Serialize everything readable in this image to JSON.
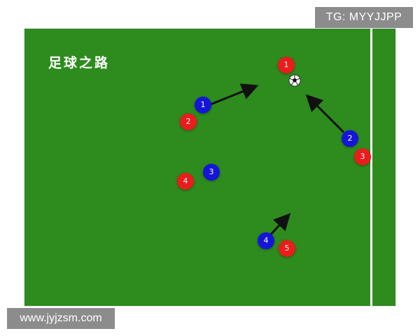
{
  "watermarks": {
    "top_right": "TG: MYYJJPP",
    "bottom_left": "www.jyjzsm.com"
  },
  "pitch": {
    "title": "足球之路",
    "colors": {
      "grass": "#2e8b1e",
      "line": "#ffffff",
      "red_team": "#ea1c1c",
      "blue_team": "#1515d8",
      "arrow": "#111111"
    }
  },
  "players": {
    "red": [
      {
        "number": "1"
      },
      {
        "number": "2"
      },
      {
        "number": "3"
      },
      {
        "number": "4"
      },
      {
        "number": "5"
      }
    ],
    "blue": [
      {
        "number": "1"
      },
      {
        "number": "2"
      },
      {
        "number": "3"
      },
      {
        "number": "4"
      }
    ]
  },
  "arrows": [
    {
      "player": "blue-1",
      "icon": "arrow-icon"
    },
    {
      "player": "blue-2",
      "icon": "arrow-icon"
    },
    {
      "player": "blue-4",
      "icon": "arrow-icon"
    }
  ],
  "ball": {
    "icon": "soccer-ball-icon"
  }
}
